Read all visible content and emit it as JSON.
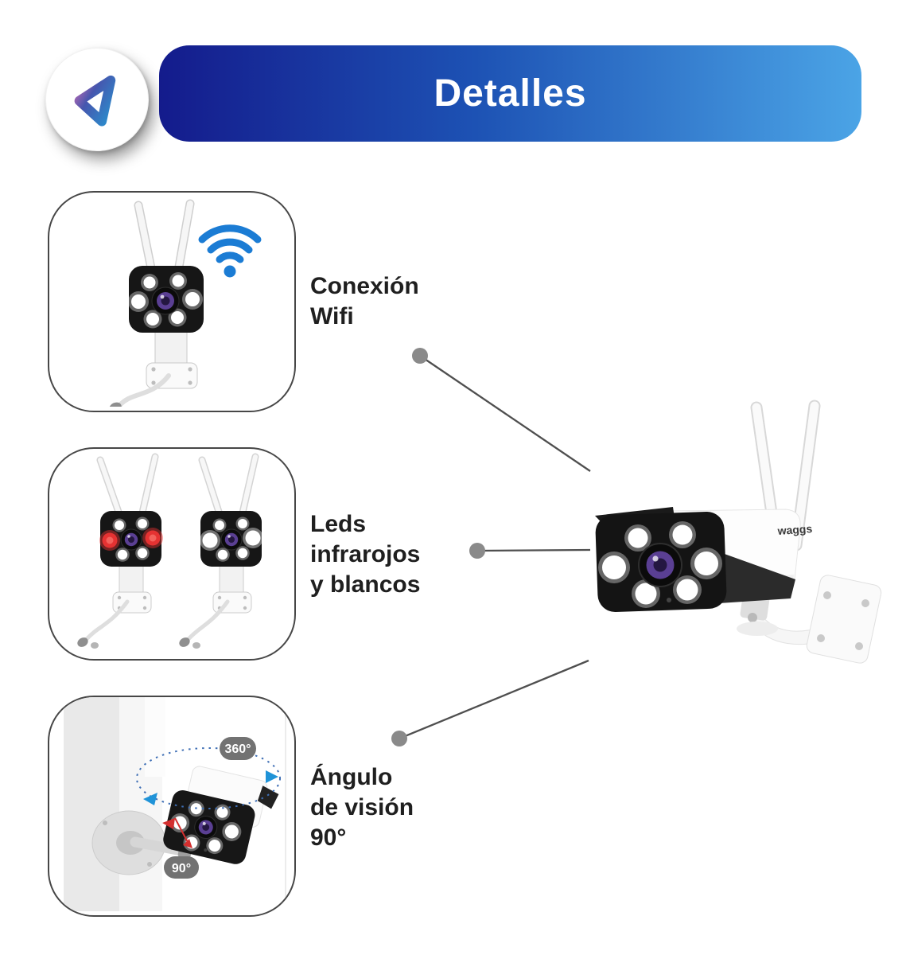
{
  "header": {
    "title": "Detalles"
  },
  "features": [
    {
      "id": "wifi",
      "lines": [
        "Conexión",
        "Wifi"
      ]
    },
    {
      "id": "leds",
      "lines": [
        "Leds",
        "infrarojos",
        "y blancos"
      ]
    },
    {
      "id": "angle",
      "lines": [
        "Ángulo",
        "de visión",
        "90°"
      ]
    }
  ],
  "product": {
    "brand_label": "waggs"
  },
  "annotations": {
    "rotation_badge": "360°",
    "angle_badge": "90°"
  },
  "colors": {
    "header_gradient_start": "#141b8c",
    "header_gradient_end": "#4ba4e6",
    "wifi_blue": "#1b7cd4",
    "led_red": "#e53232",
    "badge_gray": "#727272",
    "box_border": "#474747",
    "label_text": "#1f1f1f",
    "connector_line": "#4f4f4f",
    "connector_dot": "#8a8a8a"
  }
}
